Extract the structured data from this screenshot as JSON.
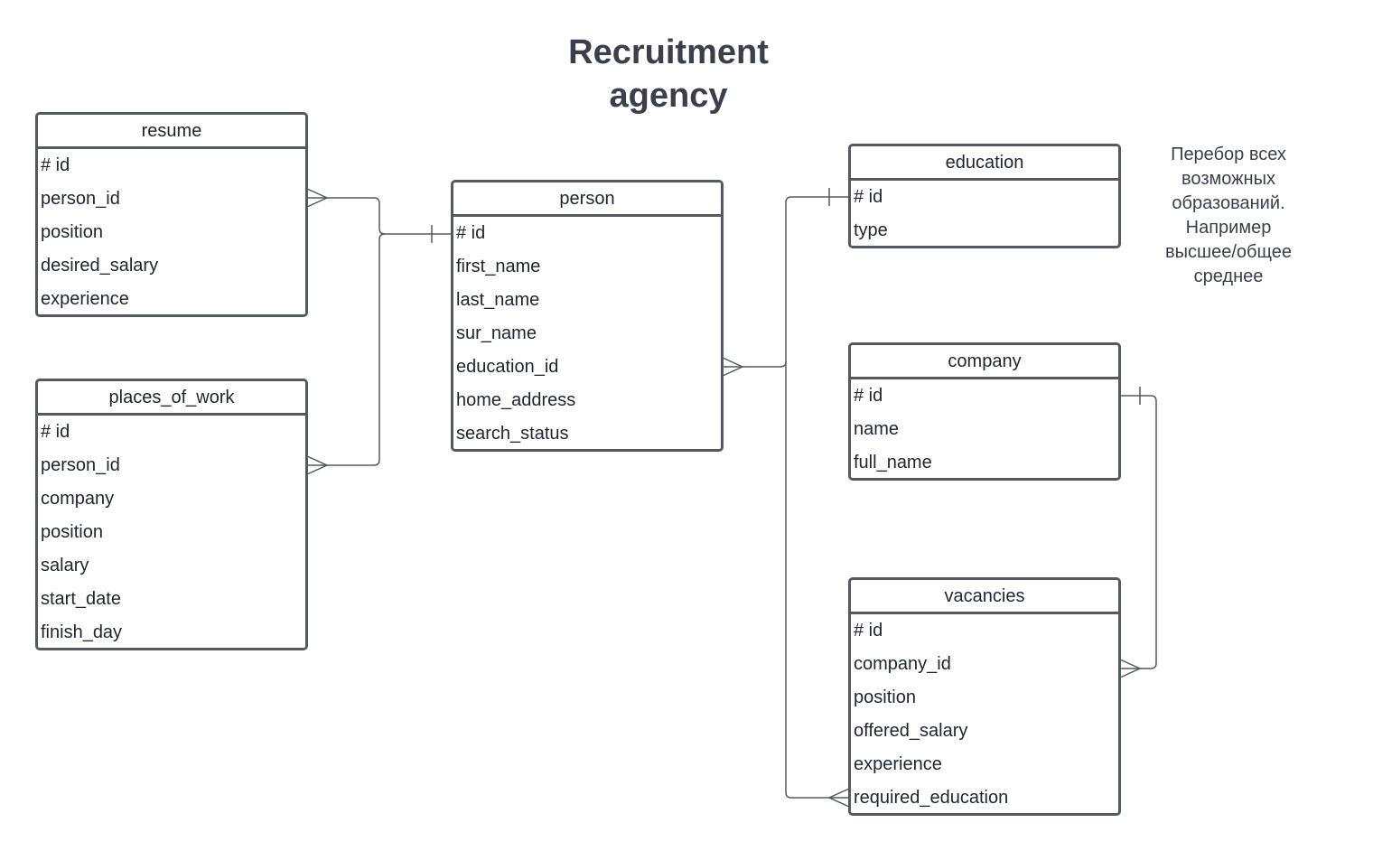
{
  "diagram": {
    "title": "Recruitment\nagency",
    "note": "Перебор всех\nвозможных\nобразований.\nНапример\nвысшее/общее\nсреднее",
    "line_color": "#555a62",
    "entities": {
      "resume": {
        "name": "resume",
        "fields": [
          "# id",
          "person_id",
          "position",
          "desired_salary",
          "experience"
        ]
      },
      "places_of_work": {
        "name": "places_of_work",
        "fields": [
          "# id",
          "person_id",
          "company",
          "position",
          "salary",
          "start_date",
          "finish_day"
        ]
      },
      "person": {
        "name": "person",
        "fields": [
          "# id",
          "first_name",
          "last_name",
          "sur_name",
          "education_id",
          "home_address",
          "search_status"
        ]
      },
      "education": {
        "name": "education",
        "fields": [
          "# id",
          "type"
        ]
      },
      "company": {
        "name": "company",
        "fields": [
          "# id",
          "name",
          "full_name"
        ]
      },
      "vacancies": {
        "name": "vacancies",
        "fields": [
          "# id",
          "company_id",
          "position",
          "offered_salary",
          "experience",
          "required_education"
        ]
      }
    },
    "relationships": [
      {
        "from": "resume.person_id",
        "to": "person.id",
        "from_cardinality": "many",
        "to_cardinality": "one"
      },
      {
        "from": "places_of_work.person_id",
        "to": "person.id",
        "from_cardinality": "many",
        "to_cardinality": "one"
      },
      {
        "from": "person.education_id",
        "to": "education.id",
        "from_cardinality": "many",
        "to_cardinality": "one"
      },
      {
        "from": "vacancies.required_education",
        "to": "education.id",
        "from_cardinality": "many",
        "to_cardinality": "one"
      },
      {
        "from": "vacancies.company_id",
        "to": "company.id",
        "from_cardinality": "many",
        "to_cardinality": "one"
      }
    ]
  }
}
